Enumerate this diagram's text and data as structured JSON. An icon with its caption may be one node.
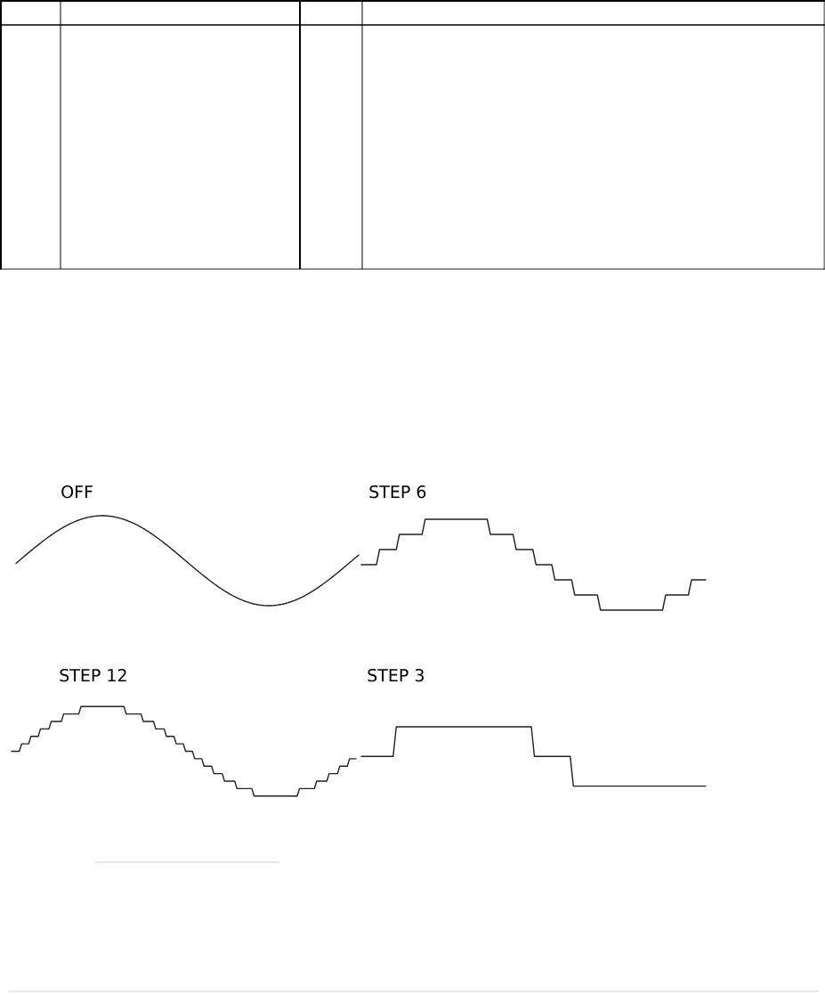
{
  "diagram": {
    "labels": [
      "OFF",
      "STEP 6",
      "STEP 12",
      "STEP 3"
    ]
  }
}
